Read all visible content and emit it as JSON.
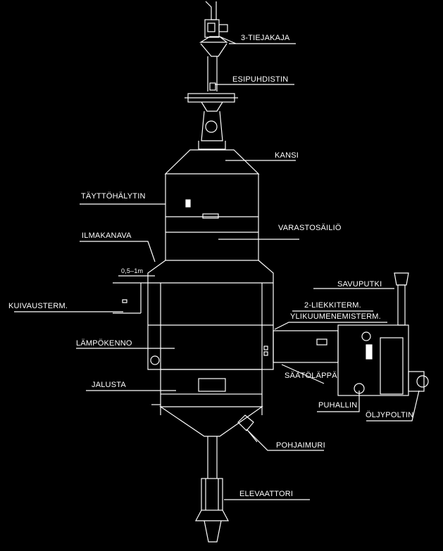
{
  "diagram": {
    "background": "#000000",
    "line_color": "#ffffff",
    "labels": {
      "tiejakaja": "3-TIEJAKAJA",
      "esipuhdistin": "ESIPUHDISTIN",
      "kansi": "KANSI",
      "tayttohalytin": "TÄYTTÖHÄLYTIN",
      "varastosailio": "VARASTOSÄILIÖ",
      "ilmakanava": "ILMAKANAVA",
      "dimension": "0,5–1m",
      "kuivausterm": "KUIVAUSTERM.",
      "savuputki": "SAVUPUTKI",
      "liekkiterm": "2-LIEKKITERM.",
      "ylikuumenemisterm": "YLIKUUMENEMISTERM.",
      "lampokenno": "LÄMPÖKENNO",
      "saatolappa": "SÄÄTÖLÄPPÄ",
      "jalusta": "JALUSTA",
      "puhallin": "PUHALLIN",
      "oljypoltin": "ÖLJYPOLTIN",
      "pohjaimuri": "POHJAIMURI",
      "elevaattori": "ELEVAATTORI"
    }
  }
}
